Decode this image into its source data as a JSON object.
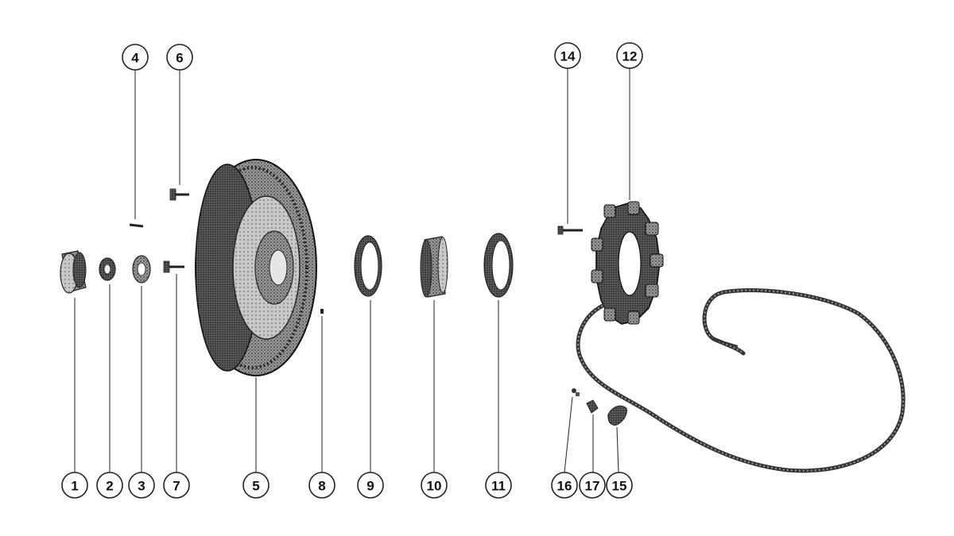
{
  "callouts": {
    "c1": "1",
    "c2": "2",
    "c3": "3",
    "c4": "4",
    "c5": "5",
    "c6": "6",
    "c7": "7",
    "c8": "8",
    "c9": "9",
    "c10": "10",
    "c11": "11",
    "c12": "12",
    "c14": "14",
    "c15": "15",
    "c16": "16",
    "c17": "17"
  }
}
